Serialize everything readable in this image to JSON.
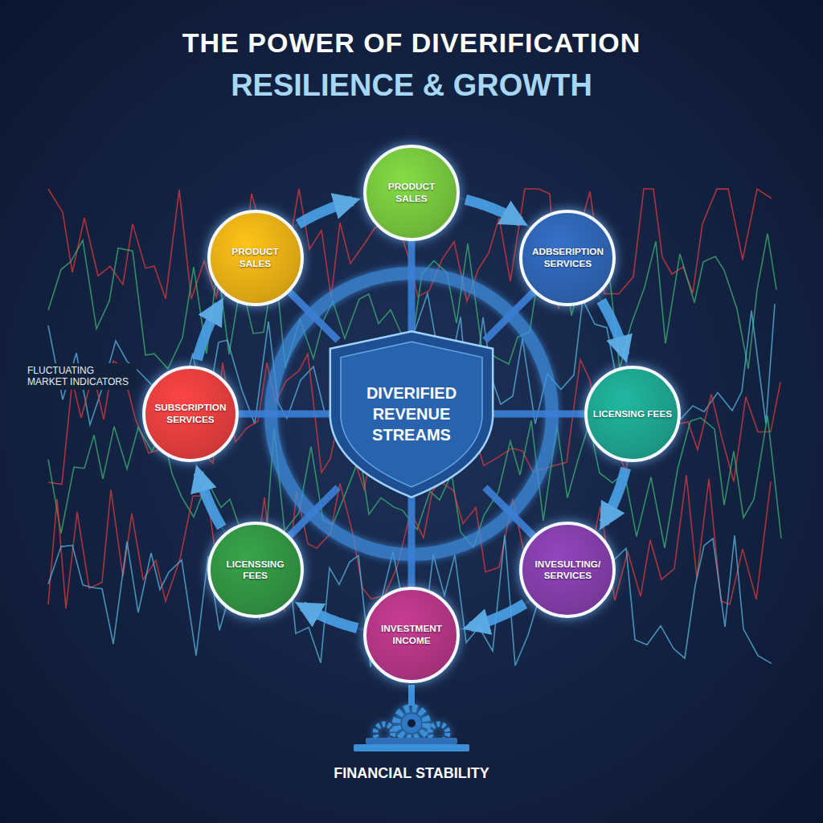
{
  "diagram": {
    "title": "THE POWER OF DIVERIFICATION",
    "nodes": [
      {
        "text": [
          "PRODUCT SALES"
        ]
      },
      {
        "text": [
          "PRODUCT SALES"
        ]
      },
      {
        "text": [
          "ADBSERIPTION SERVICES"
        ]
      },
      {
        "text": [
          "SUBSCRIPTION SERVICES"
        ]
      },
      {
        "text": [
          "DIVERIFIED REVENUE STREAMS"
        ]
      },
      {
        "text": [
          "LICENSING FEES"
        ]
      },
      {
        "text": [
          "LICENSSING FEES"
        ]
      },
      {
        "text": [
          "INVESULTING/ SERVICES"
        ]
      },
      {
        "text": [
          "INVESTMENT INCOME"
        ]
      }
    ],
    "edges": [
      {
        "from": 4,
        "to": 0,
        "arrow": "none"
      },
      {
        "from": 4,
        "to": 1,
        "arrow": "none"
      },
      {
        "from": 4,
        "to": 2,
        "arrow": "none"
      },
      {
        "from": 4,
        "to": 3,
        "arrow": "none"
      },
      {
        "from": 4,
        "to": 5,
        "arrow": "none"
      },
      {
        "from": 4,
        "to": 6,
        "arrow": "none"
      },
      {
        "from": 4,
        "to": 7,
        "arrow": "none"
      },
      {
        "from": 4,
        "to": 8,
        "arrow": "none"
      },
      {
        "from": 0,
        "to": 2,
        "arrow": "to"
      },
      {
        "from": 2,
        "to": 5,
        "arrow": "to"
      },
      {
        "from": 5,
        "to": 7,
        "arrow": "to"
      },
      {
        "from": 7,
        "to": 8,
        "arrow": "to"
      },
      {
        "from": 8,
        "to": 6,
        "arrow": "to"
      },
      {
        "from": 6,
        "to": 3,
        "arrow": "to"
      },
      {
        "from": 3,
        "to": 1,
        "arrow": "to"
      },
      {
        "from": 1,
        "to": 0,
        "arrow": "to"
      }
    ],
    "labels": [
      "RESILIENCE & GROWTH",
      "FLUCTUATING MARKET INDICATORS",
      "FINANCIAL STABILITY"
    ]
  }
}
